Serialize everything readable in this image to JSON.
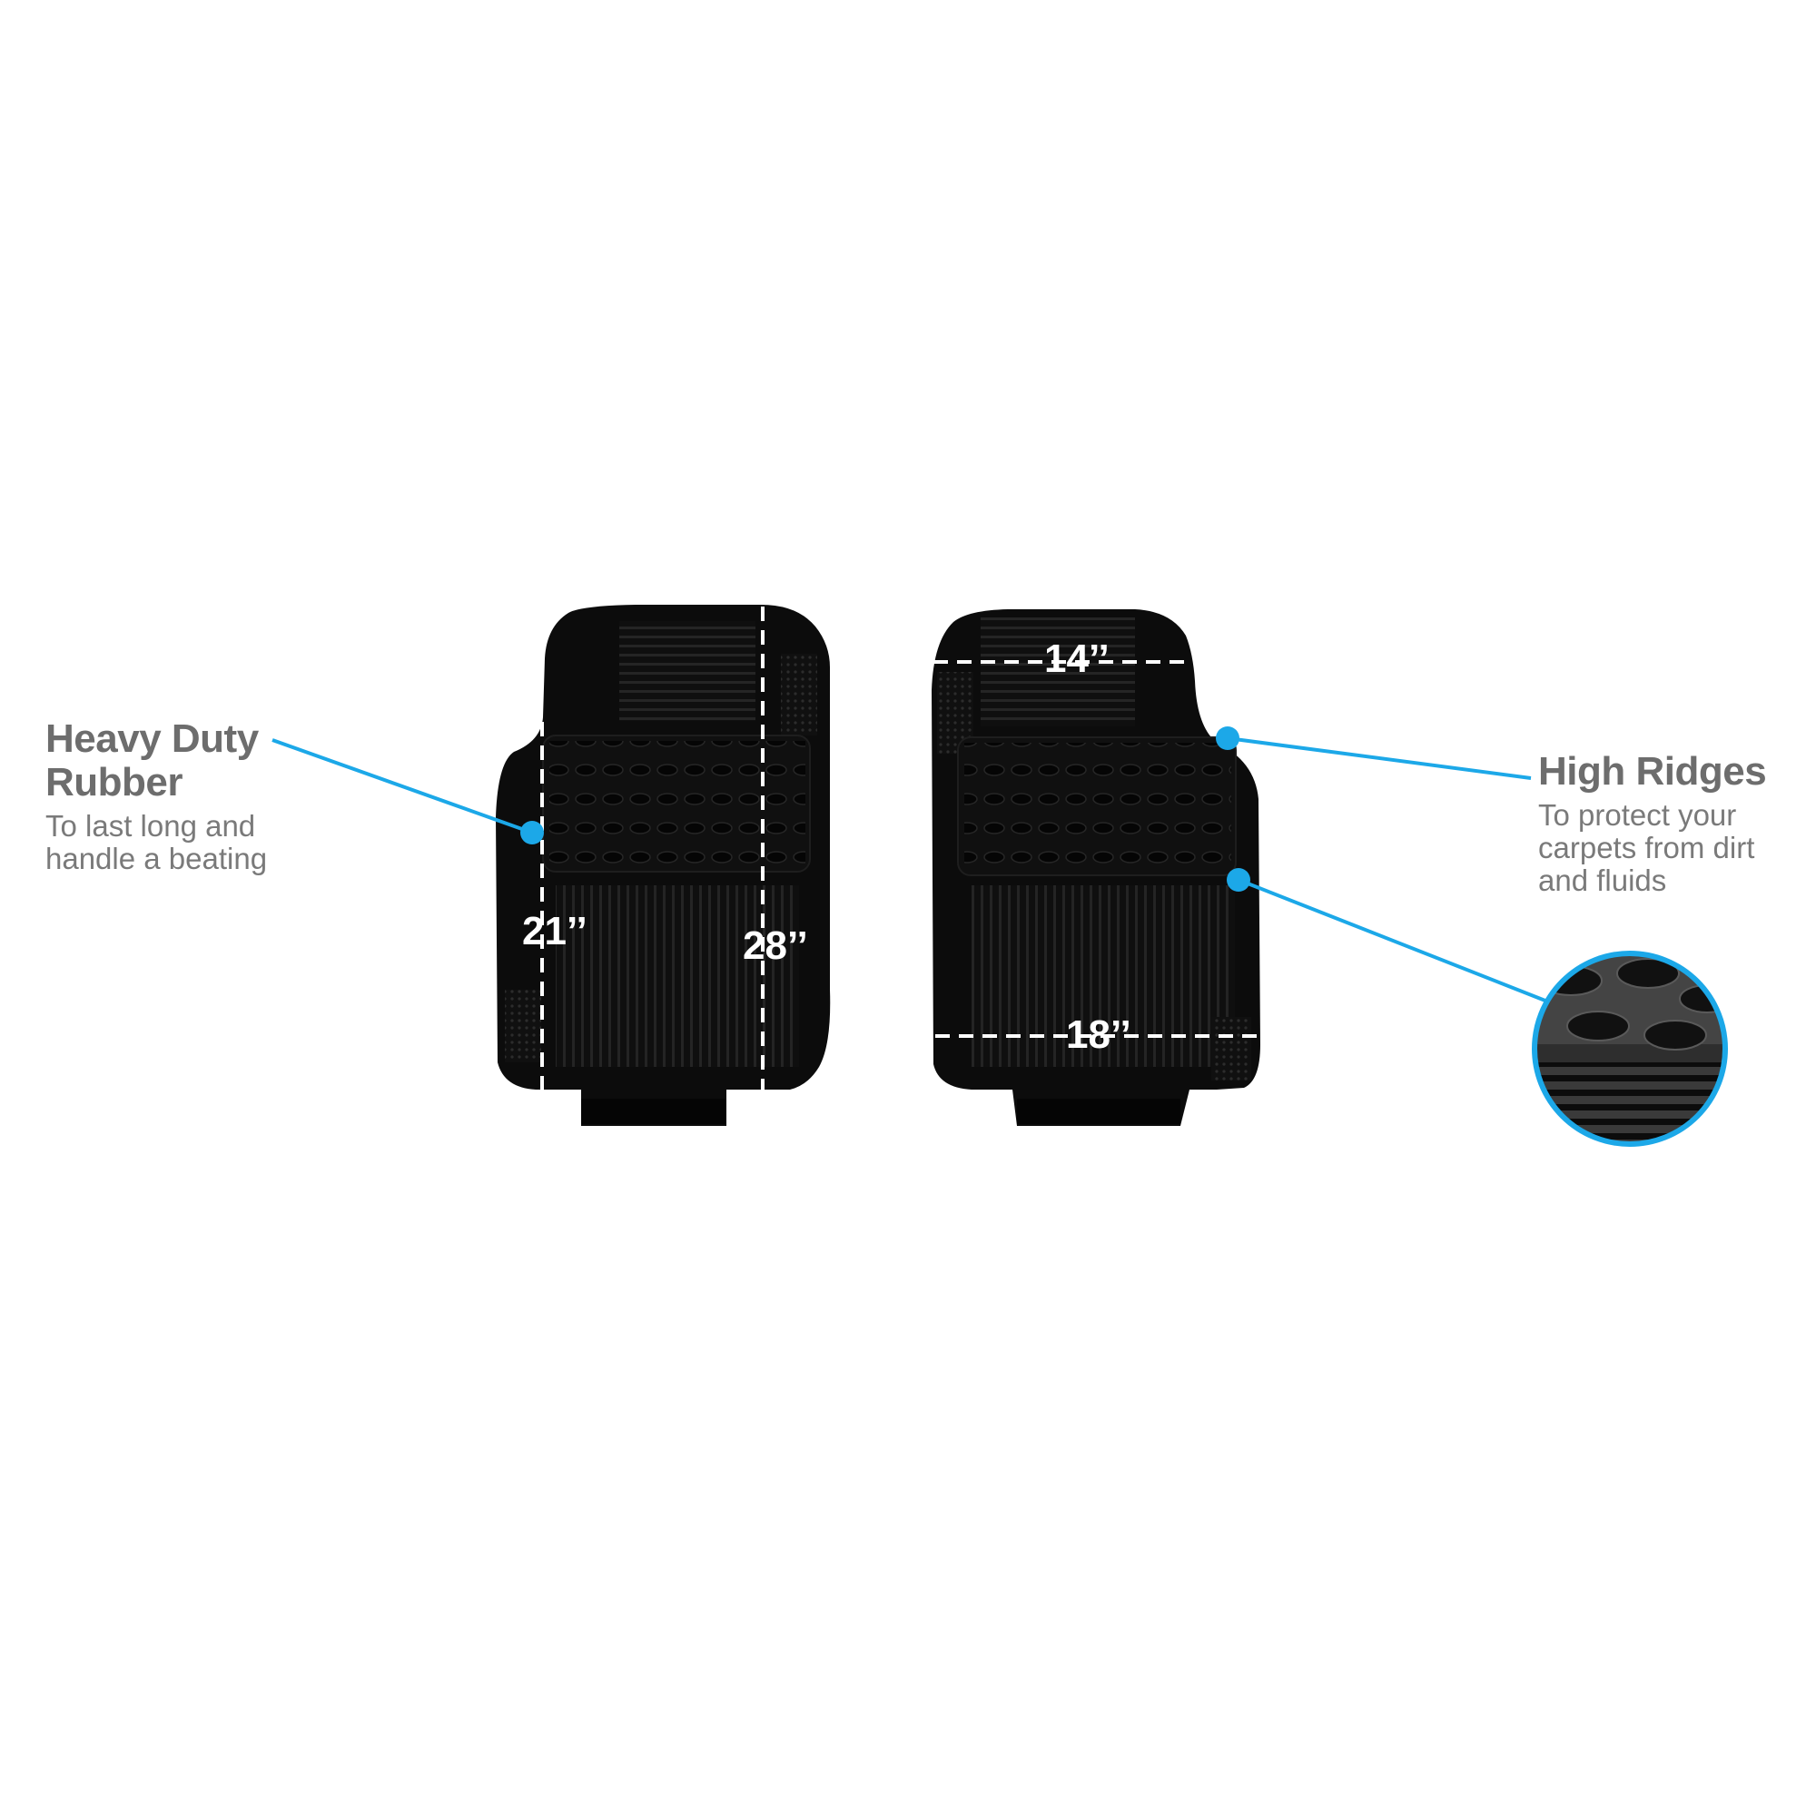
{
  "colors": {
    "accent": "#1ca8e8",
    "heading": "#6d6d6d",
    "body_text": "#7a7a7a",
    "mat": "#0c0c0c",
    "dimension": "#ffffff"
  },
  "callouts": {
    "left": {
      "title_line1": "Heavy Duty",
      "title_line2": "Rubber",
      "desc_line1": "To last long and",
      "desc_line2": "handle a beating"
    },
    "right": {
      "title": "High Ridges",
      "desc_line1": "To protect your",
      "desc_line2": "carpets from dirt",
      "desc_line3": "and fluids"
    }
  },
  "dimensions": {
    "left_mat_inner_height": "21’’",
    "left_mat_total_height": "28’’",
    "right_mat_top_width": "14’’",
    "right_mat_bottom_width": "18’’"
  },
  "icons": [
    "callout-dot-icon",
    "zoom-detail-icon"
  ]
}
